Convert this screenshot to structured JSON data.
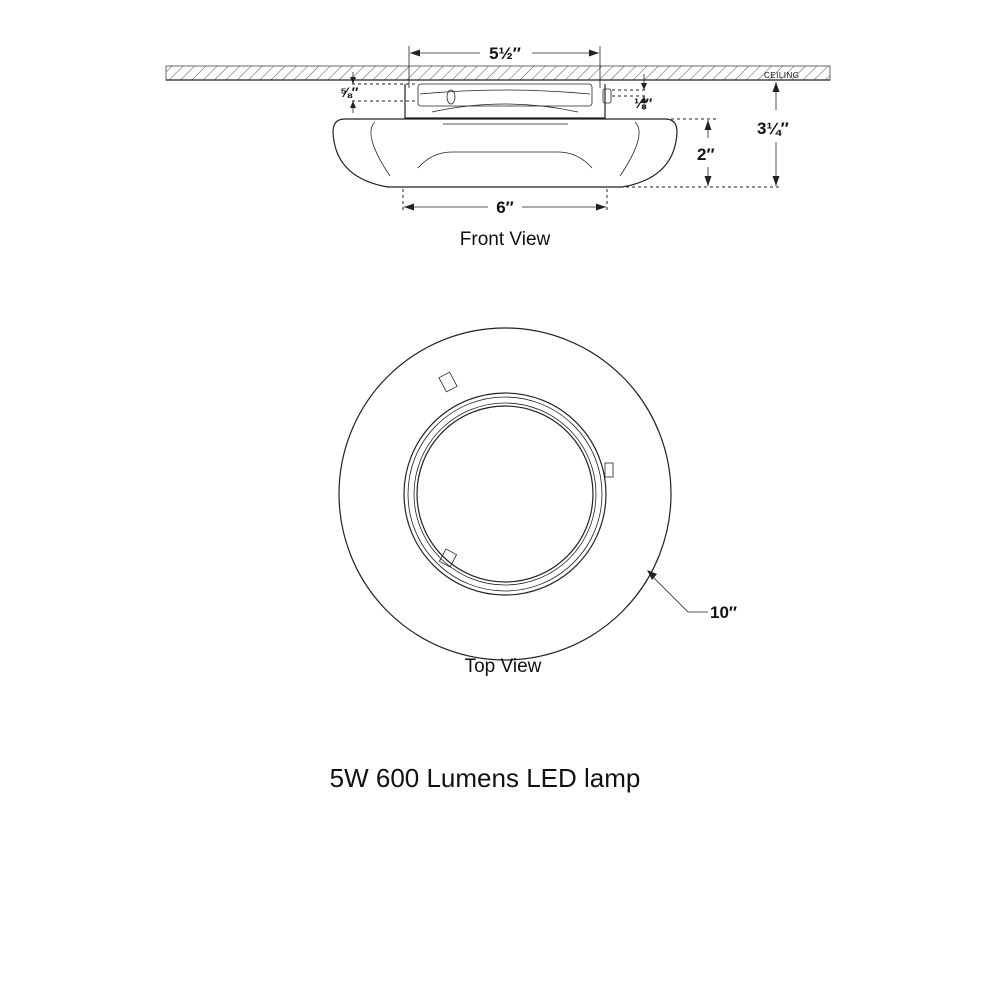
{
  "front_view": {
    "ceiling_label": "CEILING",
    "dim_canopy_width": "5½″",
    "dim_canopy_depth": "⅝″",
    "dim_gap": "⅛″",
    "dim_shade_height": "2″",
    "dim_overall_height": "3¼″",
    "dim_bottom_width": "6″",
    "caption": "Front View"
  },
  "top_view": {
    "dim_diameter": "10″",
    "caption": "Top View"
  },
  "spec_text": "5W 600 Lumens LED lamp"
}
